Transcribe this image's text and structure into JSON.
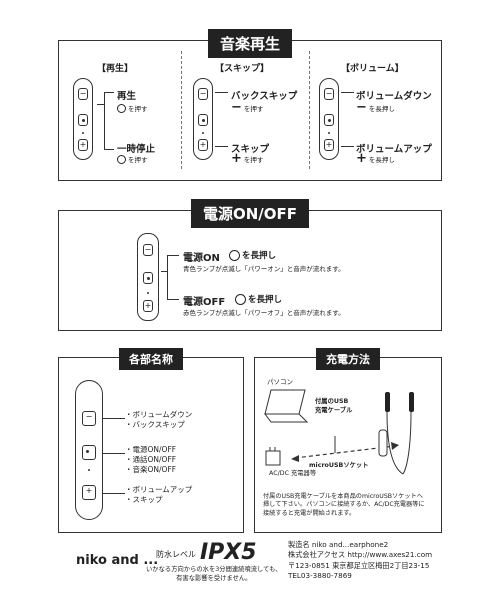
{
  "music": {
    "title": "音楽再生",
    "play": {
      "header": "【再生】",
      "play_label": "再生",
      "play_action": "を押す",
      "pause_label": "一時停止",
      "pause_action": "を押す"
    },
    "skip": {
      "header": "【スキップ】",
      "back_label": "バックスキップ",
      "back_action": "を押す",
      "fwd_label": "スキップ",
      "fwd_action": "を押す"
    },
    "volume": {
      "header": "【ボリューム】",
      "down_label": "ボリュームダウン",
      "down_action": "を長押し",
      "up_label": "ボリュームアップ",
      "up_action": "を長押し"
    }
  },
  "power": {
    "title": "電源ON/OFF",
    "on_label": "電源ON",
    "on_action": "を長押し",
    "on_note": "青色ランプが点滅し「パワーオン」と音声が流れます。",
    "off_label": "電源OFF",
    "off_action": "を長押し",
    "off_note": "赤色ランプが点滅し「パワーオフ」と音声が流れます。"
  },
  "parts": {
    "title": "各部名称",
    "items": [
      [
        "・ボリュームダウン",
        "・バックスキップ"
      ],
      [
        "・電源ON/OFF",
        "・通話ON/OFF",
        "・音楽ON/OFF"
      ],
      [
        "・ボリュームアップ",
        "・スキップ"
      ]
    ]
  },
  "charge": {
    "title": "充電方法",
    "pc_label": "パソコン",
    "cable_label_1": "付属のUSB",
    "cable_label_2": "充電ケーブル",
    "adapter_label": "AC/DC 充電器等",
    "socket_label": "microUSBソケット",
    "desc_1": "付属のUSB充電ケーブルを本商品のmicroUSBソケットへ",
    "desc_2": "挿して下さい。パソコンに接続するか、AC/DC充電器等に",
    "desc_3": "接続すると充電が開始されます。"
  },
  "footer": {
    "brand": "niko and ...",
    "water_label": "防水レベル",
    "water_level": "IPX5",
    "water_note_1": "いかなる方向からの水を3分間連続噴流しても、",
    "water_note_2": "有害な影響を受けません。",
    "product": "製造名  niko and...earphone2",
    "company": "株式会社アクセス  http://www.axes21.com",
    "address": "〒123-0851 東京都足立区梅田2丁目23-15",
    "tel": "TEL03-3880-7869"
  }
}
